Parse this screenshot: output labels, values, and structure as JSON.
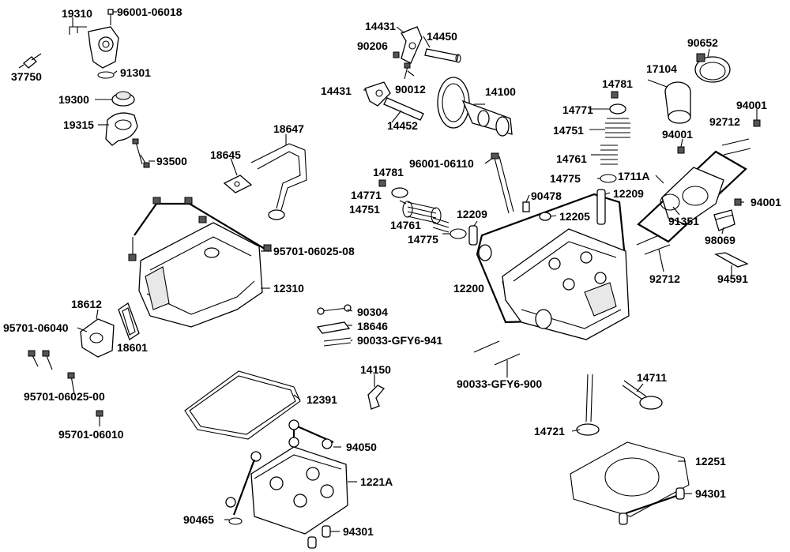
{
  "labels": {
    "p19310": "19310",
    "p96001_06018": "96001-06018",
    "p37750": "37750",
    "p91301": "91301",
    "p19300": "19300",
    "p19315": "19315",
    "p93500": "93500",
    "p18647": "18647",
    "p18645": "18645",
    "p95701_06025_08": "95701-06025-08",
    "p12310": "12310",
    "p18612": "18612",
    "p95701_06040": "95701-06040",
    "p18601": "18601",
    "p95701_06025_00": "95701-06025-00",
    "p95701_06010": "95701-06010",
    "p12391": "12391",
    "p94050": "94050",
    "p1221A": "1221A",
    "p90465": "90465",
    "p94301a": "94301",
    "p14431a": "14431",
    "p90206": "90206",
    "p14450": "14450",
    "p14431b": "14431",
    "p90012": "90012",
    "p14100": "14100",
    "p14452": "14452",
    "p96001_06110": "96001-06110",
    "p14781a": "14781",
    "p14771a": "14771",
    "p14751a": "14751",
    "p14761a": "14761",
    "p14775a": "14775",
    "p90478": "90478",
    "p12209a": "12209",
    "p12209b": "12209",
    "p12205": "12205",
    "p90304": "90304",
    "p18646": "18646",
    "p90033_941": "90033-GFY6-941",
    "p14150": "14150",
    "p14781b": "14781",
    "p14771b": "14771",
    "p14751b": "14751",
    "p14761b": "14761",
    "p14775b": "14775",
    "p12200": "12200",
    "p90033_900": "90033-GFY6-900",
    "p17104": "17104",
    "p90652": "90652",
    "p94001a": "94001",
    "p92712a": "92712",
    "p94001b": "94001",
    "p1711A": "1711A",
    "p94001c": "94001",
    "p91351": "91351",
    "p98069": "98069",
    "p92712b": "92712",
    "p94591": "94591",
    "p14711": "14711",
    "p14721": "14721",
    "p12251": "12251",
    "p94301b": "94301"
  }
}
